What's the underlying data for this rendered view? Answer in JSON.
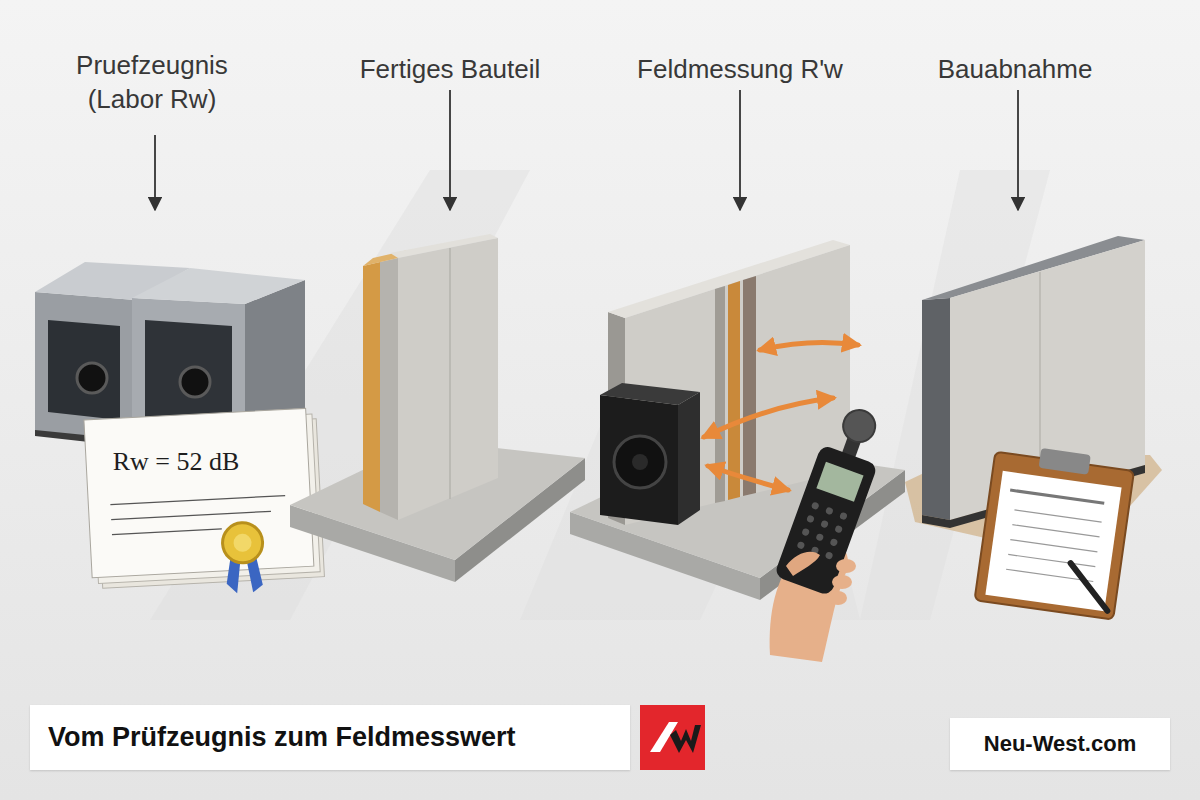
{
  "diagram": {
    "caption": "Vom Prüfzeugnis zum Feldmesswert",
    "nodes": [
      {
        "text": [
          "Rw = 52 dB"
        ]
      },
      {
        "text": [
          "Neu-West.com"
        ]
      }
    ],
    "labels": [
      "Pruefzeugnis (Labor Rw)",
      "Fertiges Bauteil",
      "Feldmessung R'w",
      "Bauabnahme"
    ]
  }
}
